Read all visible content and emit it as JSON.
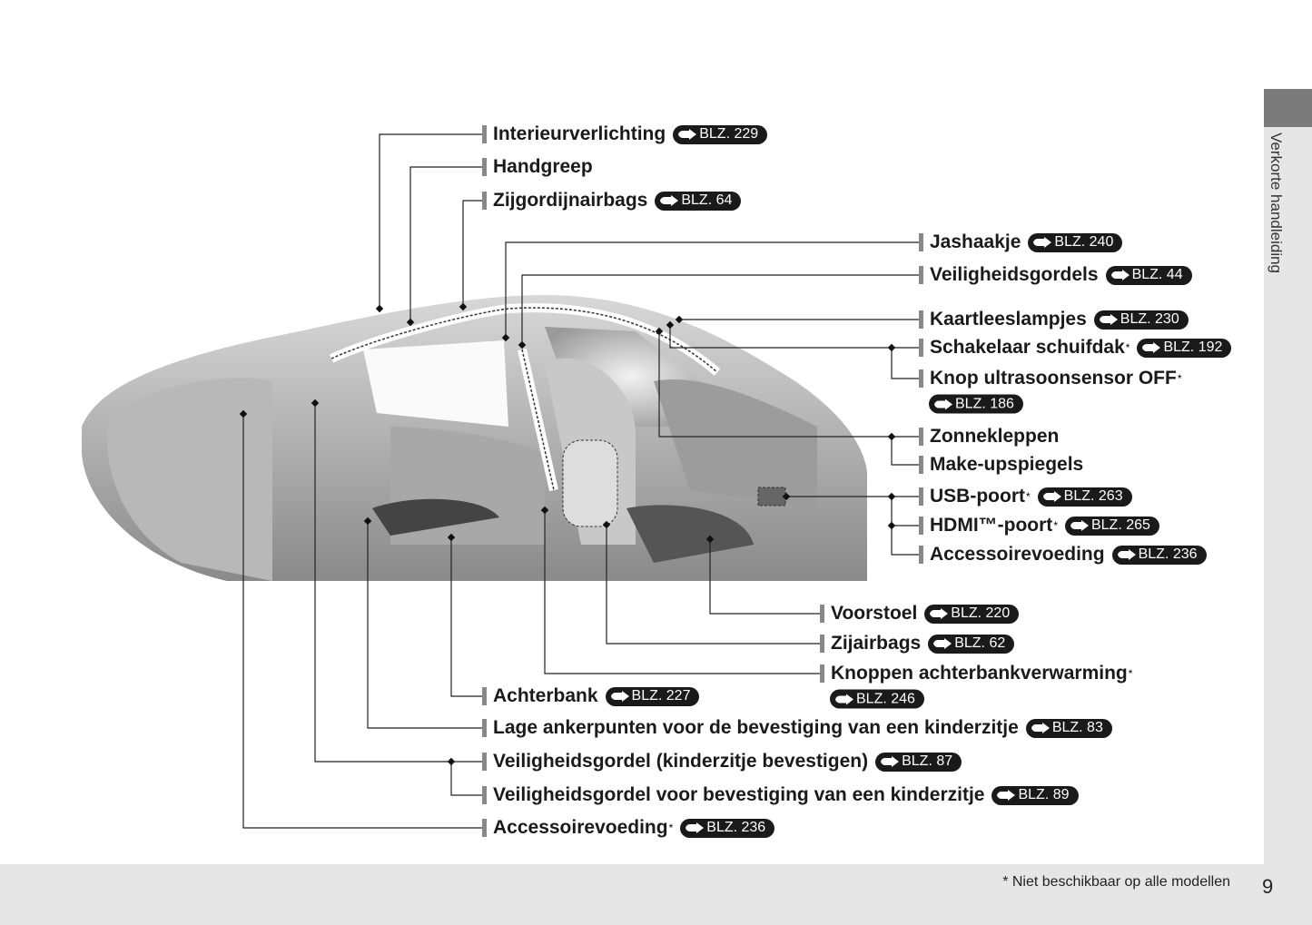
{
  "sidebar_tab": "Verkorte handleiding",
  "footnote": "* Niet beschikbaar op alle modellen",
  "page_number": "9",
  "labels": [
    {
      "text": "Interieurverlichting",
      "ref": "BLZ. 229"
    },
    {
      "text": "Handgreep"
    },
    {
      "text": "Zijgordijnairbags",
      "ref": "BLZ. 64"
    },
    {
      "text": "Jashaakje",
      "ref": "BLZ. 240"
    },
    {
      "text": "Veiligheidsgordels",
      "ref": "BLZ. 44"
    },
    {
      "text": "Kaartleeslampjes",
      "ref": "BLZ. 230"
    },
    {
      "text": "Schakelaar schuifdak",
      "star": "*",
      "ref": "BLZ. 192"
    },
    {
      "text": "Knop ultrasoonsensor OFF",
      "star": "*",
      "ref": "BLZ. 186",
      "ref_newline": true
    },
    {
      "text": "Zonnekleppen"
    },
    {
      "text": "Make-upspiegels"
    },
    {
      "text": "USB-poort",
      "star": "*",
      "ref": "BLZ. 263"
    },
    {
      "text": "HDMI™-poort",
      "star": "*",
      "ref": "BLZ. 265"
    },
    {
      "text": "Accessoirevoeding",
      "ref": "BLZ. 236"
    },
    {
      "text": "Voorstoel",
      "ref": "BLZ. 220"
    },
    {
      "text": "Zijairbags",
      "ref": "BLZ. 62"
    },
    {
      "text": "Knoppen achterbankverwarming",
      "star": "*",
      "ref": "BLZ. 246",
      "ref_newline": true
    },
    {
      "text": "Achterbank",
      "ref": "BLZ. 227"
    },
    {
      "text": "Lage ankerpunten voor de bevestiging van een kinderzitje",
      "ref": "BLZ. 83"
    },
    {
      "text": "Veiligheidsgordel (kinderzitje bevestigen)",
      "ref": "BLZ. 87"
    },
    {
      "text": "Veiligheidsgordel voor bevestiging van een kinderzitje",
      "ref": "BLZ. 89"
    },
    {
      "text": "Accessoirevoeding",
      "star": "*",
      "ref": "BLZ. 236"
    }
  ]
}
